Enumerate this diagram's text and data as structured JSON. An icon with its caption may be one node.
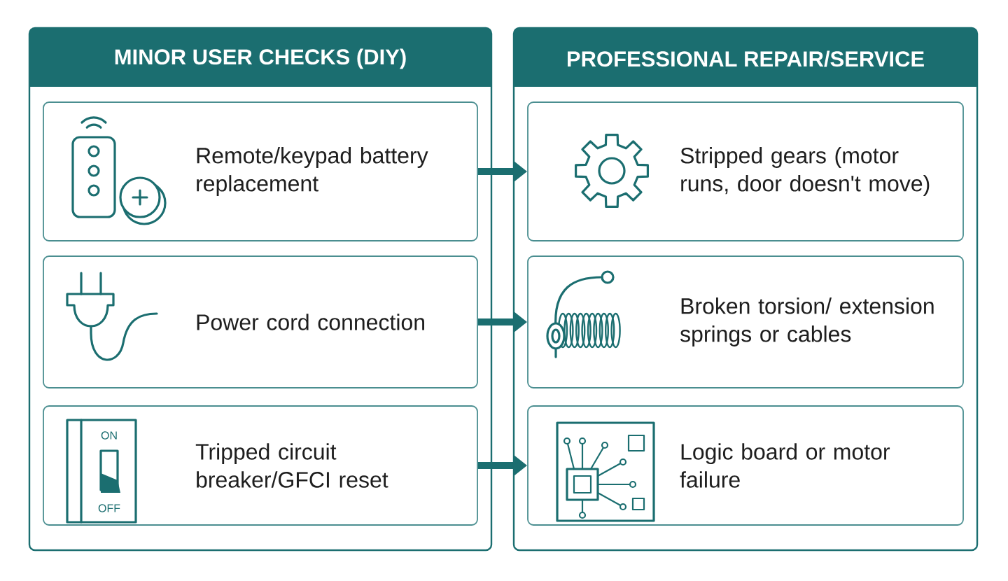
{
  "diagram": {
    "nodes": [
      {
        "text": [
          "MINOR USER CHECKS (DIY)"
        ]
      },
      {
        "text": [
          "Remote/keypad battery replacement"
        ],
        "in": 0
      },
      {
        "text": [
          "Power cord connection"
        ],
        "in": 0
      },
      {
        "text": [
          "Tripped circuit breaker/GFCI reset"
        ],
        "in": 0
      },
      {
        "text": [
          "PROFESSIONAL REPAIR/SERVICE"
        ]
      },
      {
        "text": [
          "Stripped gears (motor runs, door doesn't move)"
        ],
        "in": 4
      },
      {
        "text": [
          "Broken torsion/ extension springs or cables"
        ],
        "in": 4
      },
      {
        "text": [
          "Logic board or motor failure"
        ],
        "in": 4
      }
    ],
    "edges": [
      {
        "from": 1,
        "to": 5,
        "arrow": "to"
      },
      {
        "from": 2,
        "to": 6,
        "arrow": "to"
      },
      {
        "from": 3,
        "to": 7,
        "arrow": "to"
      }
    ],
    "labels": [
      "ON",
      "OFF"
    ]
  }
}
